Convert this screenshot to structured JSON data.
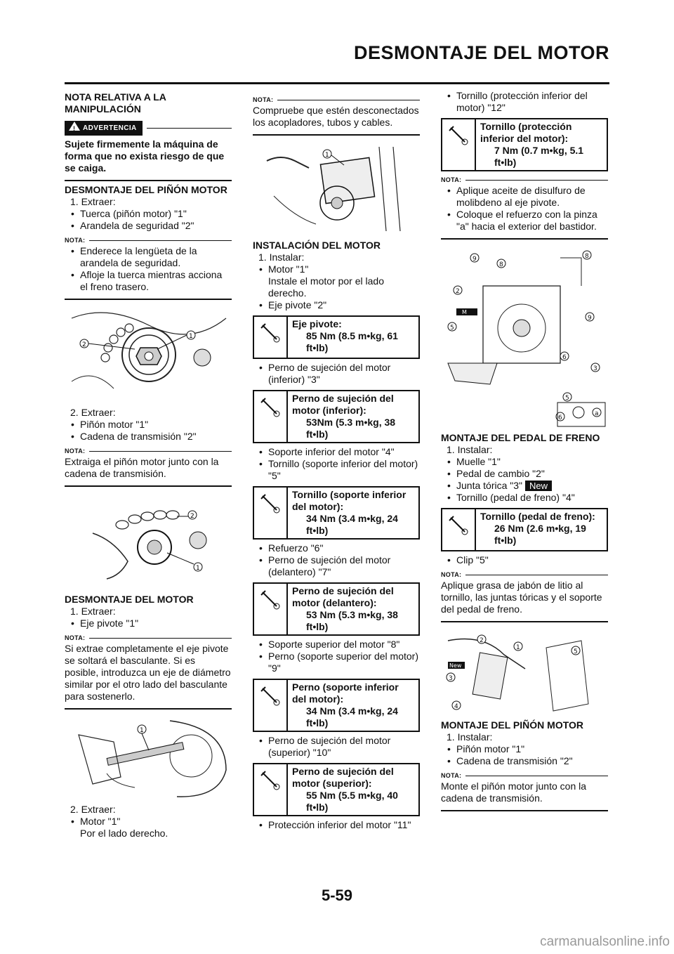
{
  "header": {
    "title": "DESMONTAJE DEL MOTOR"
  },
  "page_number": "5-59",
  "footer": "carmanualsonline.info",
  "col1": {
    "handling_heading": "NOTA RELATIVA A LA MANIPULACIÓN",
    "warning_label": "ADVERTENCIA",
    "warning_text": "Sujete firmemente la máquina de forma que no exista riesgo de que se caiga.",
    "pinion_heading": "DESMONTAJE DEL PIÑÓN MOTOR",
    "step1": "1. Extraer:",
    "step1_items": [
      "Tuerca (piñón motor) \"1\"",
      "Arandela de seguridad \"2\""
    ],
    "nota_label": "NOTA:",
    "nota1_items": [
      "Enderece la lengüeta de la arandela de seguridad.",
      "Afloje la tuerca mientras acciona el freno trasero."
    ],
    "step2": "2. Extraer:",
    "step2_items": [
      "Piñón motor \"1\"",
      "Cadena de transmisión \"2\""
    ],
    "nota2_text": "Extraiga el piñón motor junto con la cadena de transmisión.",
    "engine_heading": "DESMONTAJE DEL MOTOR",
    "step3": "1. Extraer:",
    "step3_items": [
      "Eje pivote \"1\""
    ],
    "nota3_text": "Si extrae completamente el eje pivote se soltará el basculante. Si es posible, introduzca un eje de diámetro similar por el otro lado del basculante para sostenerlo.",
    "step4": "2. Extraer:",
    "step4_items": [
      "Motor \"1\""
    ],
    "step4_sub": "Por el lado derecho."
  },
  "col2": {
    "nota_label": "NOTA:",
    "nota_text": "Compruebe que estén desconectados los acopladores, tubos y cables.",
    "install_heading": "INSTALACIÓN DEL MOTOR",
    "step1": "1. Instalar:",
    "motor_item": "Motor \"1\"",
    "motor_sub": "Instale el motor por el lado derecho.",
    "pivot_item": "Eje pivote \"2\"",
    "t1_title": "Eje pivote:",
    "t1_value": "85 Nm (8.5 m•kg, 61 ft•lb)",
    "item3": "Perno de sujeción del motor (inferior) \"3\"",
    "t2_title": "Perno de sujeción del motor (inferior):",
    "t2_value": "53Nm (5.3 m•kg, 38 ft•lb)",
    "item4": "Soporte inferior del motor \"4\"",
    "item5": "Tornillo (soporte inferior del motor) \"5\"",
    "t3_title": "Tornillo (soporte inferior del motor):",
    "t3_value": "34 Nm (3.4 m•kg, 24 ft•lb)",
    "item6": "Refuerzo \"6\"",
    "item7": "Perno de sujeción del motor (delantero) \"7\"",
    "t4_title": "Perno de sujeción del motor (delantero):",
    "t4_value": "53 Nm (5.3 m•kg, 38 ft•lb)",
    "item8": "Soporte superior del motor \"8\"",
    "item9": "Perno (soporte superior del motor) \"9\"",
    "t5_title": "Perno (soporte inferior del motor):",
    "t5_value": "34 Nm (3.4 m•kg, 24 ft•lb)",
    "item10": "Perno de sujeción del motor (superior) \"10\"",
    "t6_title": "Perno de sujeción del motor (superior):",
    "t6_value": "55 Nm (5.5 m•kg, 40 ft•lb)",
    "item11": "Protección inferior del motor \"11\""
  },
  "col3": {
    "item12": "Tornillo (protección inferior del motor) \"12\"",
    "t1_title": "Tornillo (protección inferior del motor):",
    "t1_value": "7 Nm (0.7 m•kg, 5.1 ft•lb)",
    "nota_label": "NOTA:",
    "nota1_items": [
      "Aplique aceite de disulfuro de molibdeno al eje pivote.",
      "Coloque el refuerzo con la pinza \"a\" hacia el exterior del bastidor."
    ],
    "brake_heading": "MONTAJE DEL PEDAL DE FRENO",
    "step1": "1. Instalar:",
    "brake_items": [
      "Muelle \"1\"",
      "Pedal de cambio \"2\""
    ],
    "oring_item": "Junta tórica \"3\"",
    "new_tag": "New",
    "screw_item": "Tornillo (pedal de freno) \"4\"",
    "t2_title": "Tornillo (pedal de freno):",
    "t2_value": "26 Nm (2.6 m•kg, 19 ft•lb)",
    "clip_item": "Clip \"5\"",
    "nota2_text": "Aplique grasa de jabón de litio al tornillo, las juntas tóricas y el soporte del pedal de freno.",
    "pinion_heading": "MONTAJE DEL PIÑÓN MOTOR",
    "step2": "1. Instalar:",
    "pinion_items": [
      "Piñón motor \"1\"",
      "Cadena de transmisión \"2\""
    ],
    "nota3_text": "Monte el piñón motor junto con la cadena de transmisión."
  }
}
